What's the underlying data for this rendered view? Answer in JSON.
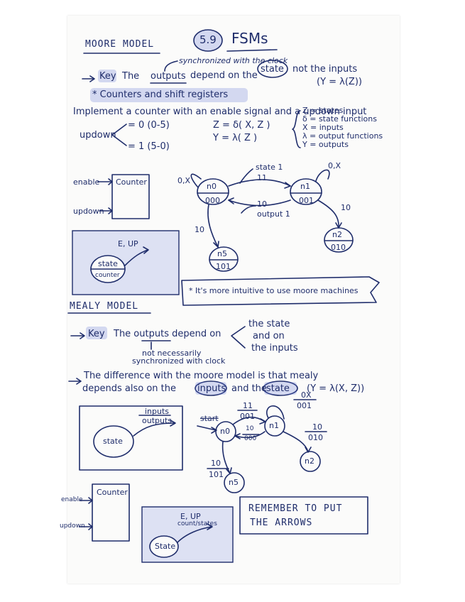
{
  "heading": {
    "moore_model": "MOORE MODEL",
    "chapter": "5.9",
    "topic": "FSMs"
  },
  "moore": {
    "sync_note": "synchronized with the clock",
    "key_word": "Key",
    "key_text_a": "The",
    "key_outputs": "outputs",
    "key_text_b": "depend on the",
    "key_state": "state",
    "key_text_c": "not the inputs",
    "formula": "(Y = λ(Z))",
    "counters_title": "* Counters and shift registers",
    "implement_line": "Implement a counter with an enable signal and a updown input",
    "updown": "updown",
    "updown_0": "= 0  (0-5)",
    "updown_1": "= 1  (5-0)",
    "eq1": "Z = δ( X, Z )",
    "eq2": "Y = λ( Z )",
    "legend": [
      "Z = states",
      "δ = state functions",
      "X = inputs",
      "λ = output functions",
      "Y = outputs"
    ],
    "enable": "enable",
    "counter": "Counter",
    "updown_label": "updown",
    "box_eup": "E, UP",
    "box_state": "state",
    "box_counter": "counter",
    "diagram": {
      "state1": "state 1",
      "output1": "output 1",
      "n0": "n0",
      "n0_out": "000",
      "n1": "n1",
      "n1_out": "001",
      "n2": "n2",
      "n2_out": "010",
      "n5": "n5",
      "n5_out": "101",
      "self_n0": "0,X",
      "self_n1": "0,X",
      "t_n0_n1": "11",
      "t_n1_n0": "10",
      "t_n1_n2": "10",
      "t_n0_n5": "10"
    },
    "note": "* It's more intuitive to use moore machines"
  },
  "mealy": {
    "title": "MEALY MODEL",
    "key_word": "Key",
    "key_text": "The outputs depend on",
    "brace_a": "the state",
    "brace_b": "and on",
    "brace_c": "the inputs",
    "sync_note_a": "not necessarily",
    "sync_note_b": "synchronized with clock",
    "diff_a": "The difference with the moore model is that mealy",
    "diff_b": "depends also on the",
    "diff_inputs": "inputs",
    "diff_c": "and the",
    "diff_state": "state",
    "formula": "(Y = λ(X, Z))",
    "box_inputs": "inputs",
    "box_outputs": "outputs",
    "box_state": "state",
    "diagram": {
      "n0": "n0",
      "n1": "n1",
      "n2": "n2",
      "n5": "n5",
      "start": "start",
      "t_n0_n1_top": "11",
      "t_n0_n1_bot": "001",
      "t_n1_n0_top": "10",
      "t_n1_n0_bot": "000",
      "self_n1_top": "0X",
      "self_n1_bot": "001",
      "t_n1_n2_top": "10",
      "t_n1_n2_bot": "010",
      "t_n0_n5_top": "10",
      "t_n0_n5_bot": "101"
    },
    "enable": "enable",
    "counter": "Counter",
    "updown": "updown",
    "box_eup": "E, UP",
    "box_cout": "count/states",
    "box_state2": "State",
    "remember": "REMEMBER TO PUT",
    "remember2": "THE ARROWS"
  }
}
